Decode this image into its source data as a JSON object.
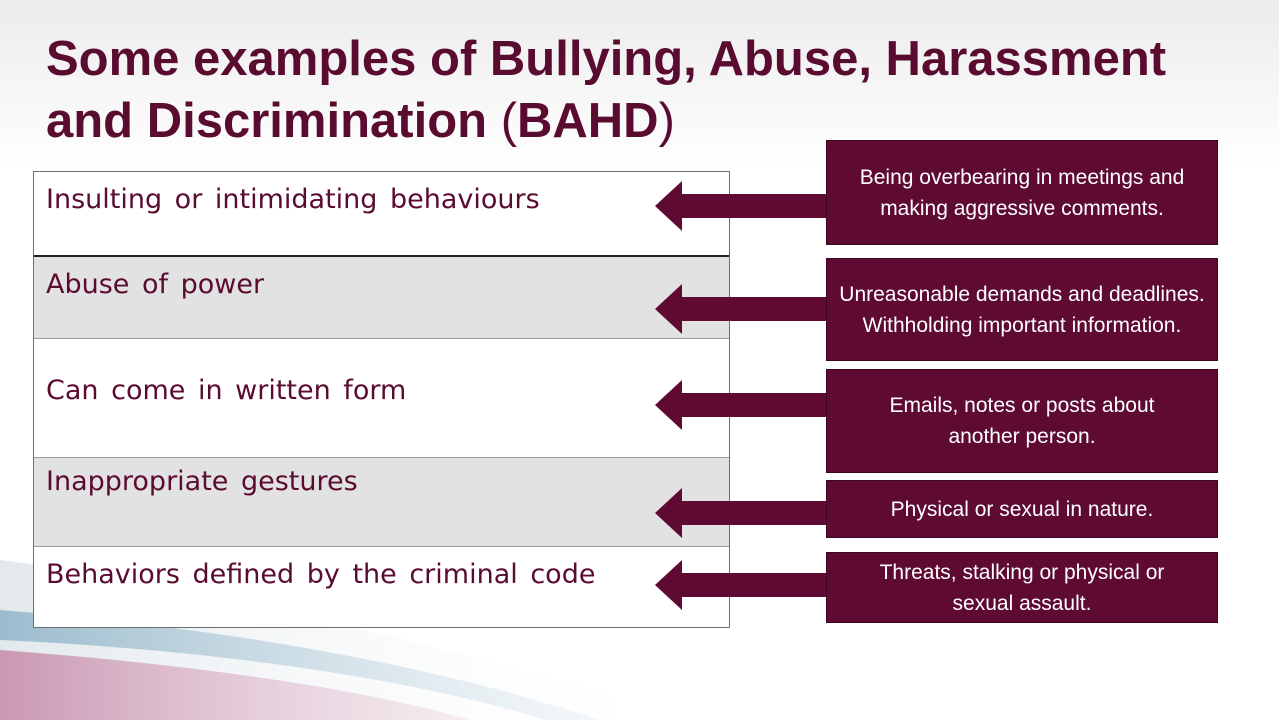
{
  "title": {
    "main": "Some examples of Bullying, Abuse, Harassment and Discrimination ",
    "paren_open": "(",
    "acronym": "BAHD",
    "paren_close": ")"
  },
  "rows": [
    {
      "label": "Insulting or intimidating behaviours",
      "description": "Being overbearing in meetings and making aggressive comments."
    },
    {
      "label": "Abuse of power",
      "description": "Unreasonable demands and deadlines. Withholding important information."
    },
    {
      "label": "Can come in written form",
      "description": "Emails, notes or posts about another person."
    },
    {
      "label": "Inappropriate gestures",
      "description": "Physical or sexual in nature."
    },
    {
      "label": "Behaviors defined by the criminal code",
      "description": "Threats, stalking or physical or sexual assault."
    }
  ],
  "colors": {
    "accent": "#5f0a33",
    "title_text": "#5a0b30",
    "row_shade": "#e2e2e2"
  },
  "icons": {
    "arrow": "arrow-left-icon"
  }
}
